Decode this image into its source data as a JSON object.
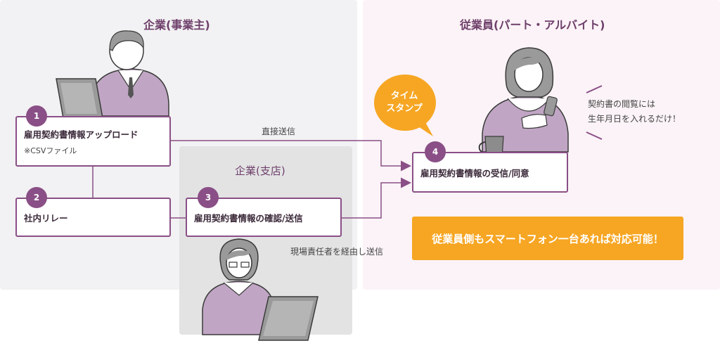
{
  "sections": {
    "employer": "企業(事業主)",
    "employee": "従業員(パート・アルバイト)",
    "branch": "企業(支店)"
  },
  "steps": [
    {
      "num": "1",
      "label": "雇用契約書情報アップロード",
      "note": "※CSVファイル"
    },
    {
      "num": "2",
      "label": "社内リレー"
    },
    {
      "num": "3",
      "label": "雇用契約書情報の確認/送信"
    },
    {
      "num": "4",
      "label": "雇用契約書情報の受信/同意"
    }
  ],
  "edges": {
    "direct": "直接送信",
    "via_manager": "現場責任者を経由し送信"
  },
  "bubble": {
    "line1": "タイム",
    "line2": "スタンプ"
  },
  "employee_note": {
    "line1": "契約書の閲覧には",
    "line2": "生年月日を入れるだけ！"
  },
  "callout": "従業員側もスマートフォン一台あれば対応可能！",
  "colors": {
    "accent": "#8a4f86",
    "accent_dark": "#6e3f6a",
    "callout": "#f6a623",
    "left_bg": "#f2f1f3",
    "right_bg": "#fbf3f7",
    "branch_bg": "#e3e3e4",
    "figure_shirt": "#c0a6c4",
    "figure_hair": "#9a9a9a"
  },
  "icons": [
    "laptop-icon",
    "person-icon",
    "smartphone-icon",
    "coffee-mug-icon",
    "speech-bubble-icon"
  ]
}
